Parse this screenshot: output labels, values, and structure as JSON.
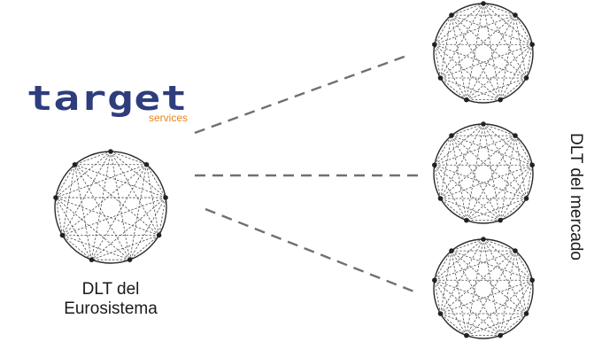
{
  "logo": {
    "wordmark": "target",
    "tagline": "services"
  },
  "eurosystem_dlt": {
    "label_line1": "DLT del",
    "label_line2": "Eurosistema"
  },
  "market_dlt": {
    "label": "DLT del mercado"
  },
  "colors": {
    "logo_navy": "#2e3d7c",
    "logo_orange": "#e8841a",
    "connector_gray": "#707070",
    "network_edge": "#4a4a4a"
  }
}
